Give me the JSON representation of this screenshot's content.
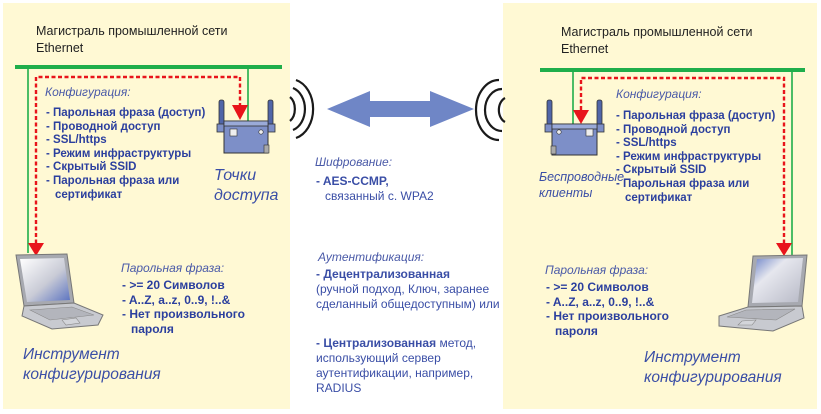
{
  "left": {
    "backbone_title": [
      "Магистраль промышленной сети",
      "Ethernet"
    ],
    "config_header": "Конфигурация:",
    "config_items": [
      "- Парольная фраза (доступ)",
      "- Проводной доступ",
      "- SSL/https",
      "- Режим инфраструктуры",
      "- Скрытый SSID",
      "- Парольная фраза или сертификат"
    ],
    "device_label": [
      "Точки",
      "доступа"
    ],
    "passphrase_header": "Парольная фраза:",
    "passphrase_items": [
      "- >= 20 Символов",
      "- A..Z, a..z, 0..9, !..&",
      "- Нет произвольного пароля"
    ],
    "tool_label": [
      "Инструмент",
      "конфигурирования"
    ]
  },
  "center": {
    "encryption_header": "Шифрование:",
    "encryption_main": "- AES-CCMP,",
    "encryption_sub": "связанный с. WPA2",
    "auth_header": "Аутентификация:",
    "auth_decentral_bold": "- Децентрализованная",
    "auth_decentral_rest": "(ручной подход, Ключ, заранее сделанный общедоступным) или",
    "auth_central_bold": "- Централизованная",
    "auth_central_rest": " метод, использующий сервер аутентификации, например, RADIUS"
  },
  "right": {
    "backbone_title": [
      "Магистраль промышленной сети",
      "Ethernet"
    ],
    "config_header": "Конфигурация:",
    "config_items": [
      "- Парольная фраза (доступ)",
      "- Проводной доступ",
      "- SSL/https",
      "- Режим инфраструктуры",
      "- Скрытый SSID",
      "- Парольная фраза или сертификат"
    ],
    "device_label": [
      "Беспроводные",
      "клиенты"
    ],
    "passphrase_header": "Парольная фраза:",
    "passphrase_items": [
      "- >= 20 Символов",
      "- A..Z, a..z, 0..9, !..&",
      "- Нет произвольного пароля"
    ],
    "tool_label": [
      "Инструмент",
      "конфигурирования"
    ]
  },
  "colors": {
    "panel_bg": "#fff9d4",
    "bus_green": "#1fae4b",
    "config_path_red": "#e8141b",
    "text_blue": "#2b3f9e",
    "link_arrow": "#6f86c6"
  }
}
